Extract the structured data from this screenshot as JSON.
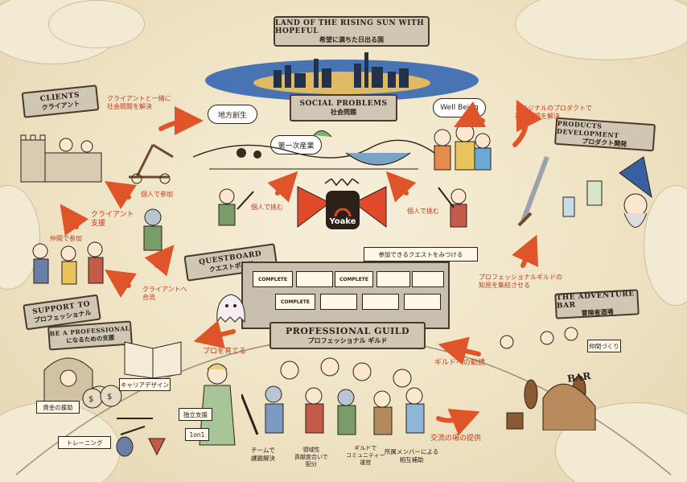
{
  "title": {
    "en": "LAND OF THE RISING SUN WITH HOPEFUL",
    "jp": "希望に満ちた日出る国"
  },
  "social_problems": {
    "en": "SOCIAL PROBLEMS",
    "jp": "社会問題"
  },
  "clients": {
    "en": "CLIENTS",
    "jp": "クライアント"
  },
  "products": {
    "en": "PRODUCTS DEVELOPMENT",
    "jp": "プロダクト開発"
  },
  "questboard": {
    "en": "QUESTBOARD",
    "jp": "クエストボード",
    "join": "参加できるクエストをみつける",
    "complete": "COMPLETE"
  },
  "support": {
    "en": "SUPPORT TO",
    "jp": "プロフェッショナル",
    "sub_en": "BE A PROFESSIONAL",
    "sub_jp": "になるための支援"
  },
  "guild": {
    "en": "PROFESSIONAL GUILD",
    "jp": "プロフェッショナル ギルド"
  },
  "adventure_bar": {
    "en": "THE ADVENTURE BAR",
    "jp": "冒険者酒場",
    "sign": "BAR"
  },
  "logo": "Yoake",
  "bubbles": {
    "local": "地方創生",
    "primary": "第一次産業",
    "wellbeing": "Well Being"
  },
  "labels": {
    "solve_with_client": "クライアントと一緒に\n社会問題を解決",
    "solve_original": "オリジナルのプロダクトで\n社会問題を解決",
    "personal_join": "個人で参加",
    "client_support": "クライアント\n支援",
    "join_as_peer": "仲間で参加",
    "client_merge": "クライアントへ\n合流",
    "challenge_left": "個人で挑む",
    "challenge_right": "個人で挑む",
    "pro_knowledge": "プロフェッショナルギルドの\n知見を集結させる",
    "raise_pro": "プロを育てる",
    "guild_invite": "ギルドへの勧誘",
    "make_friends": "仲間づくり",
    "funding": "資金の援助",
    "career": "キャリアデザイン",
    "independent": "独立支援",
    "one_on_one": "1on1",
    "training": "トレーニング",
    "team_solve": "チームで\n課題解決",
    "contribution": "領域性\n貢献度合いで\n配分",
    "community": "ギルドで\nコミュニティー\n運営",
    "mutual_help": "所属メンバーによる\n相互補助",
    "exchange": "交流の場の提供"
  },
  "colors": {
    "accent": "#e0542a",
    "banner": "#cfc6b4",
    "ink": "#2b2118",
    "parchment": "#efe3c4",
    "sky": "#2a5fb0"
  }
}
